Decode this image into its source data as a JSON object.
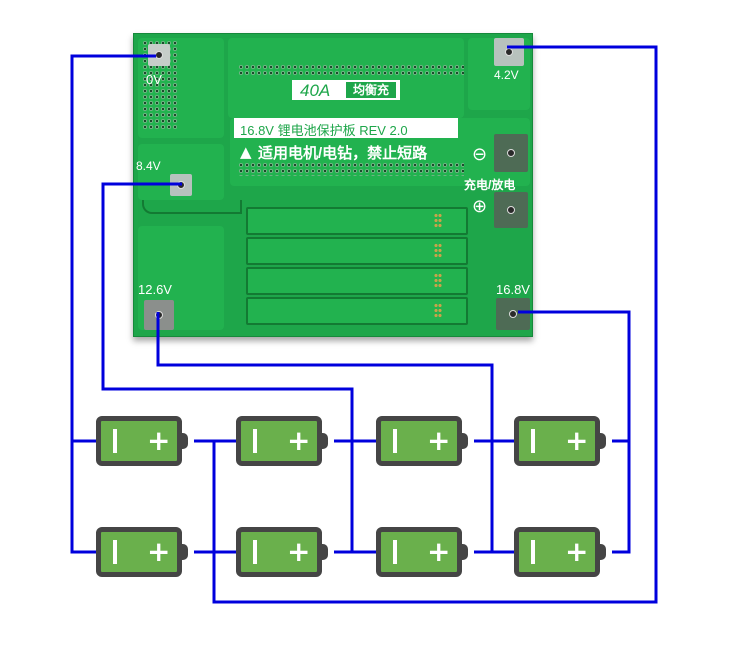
{
  "board": {
    "current_rating": "40A",
    "balance_label": "均衡充",
    "title": "16.8V 锂电池保护板 REV 2.0",
    "warning": "适用电机/电钻，禁止短路",
    "charge_discharge_label": "充电/放电",
    "minus_symbol": "⊖",
    "plus_symbol": "⊕",
    "warning_icon": "warning-triangle-icon"
  },
  "terminals": [
    {
      "id": "b0",
      "label": "0V"
    },
    {
      "id": "b1",
      "label": "4.2V"
    },
    {
      "id": "b2",
      "label": "8.4V"
    },
    {
      "id": "b3",
      "label": "12.6V"
    },
    {
      "id": "b4",
      "label": "16.8V"
    }
  ],
  "battery_pack": {
    "configuration": "4S2P",
    "rows": [
      {
        "name": "top-row",
        "cells": [
          {
            "minus": "I",
            "plus": "+"
          },
          {
            "minus": "I",
            "plus": "+"
          },
          {
            "minus": "I",
            "plus": "+"
          },
          {
            "minus": "I",
            "plus": "+"
          }
        ]
      },
      {
        "name": "bottom-row",
        "cells": [
          {
            "minus": "I",
            "plus": "+"
          },
          {
            "minus": "I",
            "plus": "+"
          },
          {
            "minus": "I",
            "plus": "+"
          },
          {
            "minus": "I",
            "plus": "+"
          }
        ]
      }
    ]
  },
  "colors": {
    "wire": "#0000dd",
    "pcb": "#1ea64a",
    "battery_fill": "#6ab04c",
    "battery_outline": "#454545"
  }
}
